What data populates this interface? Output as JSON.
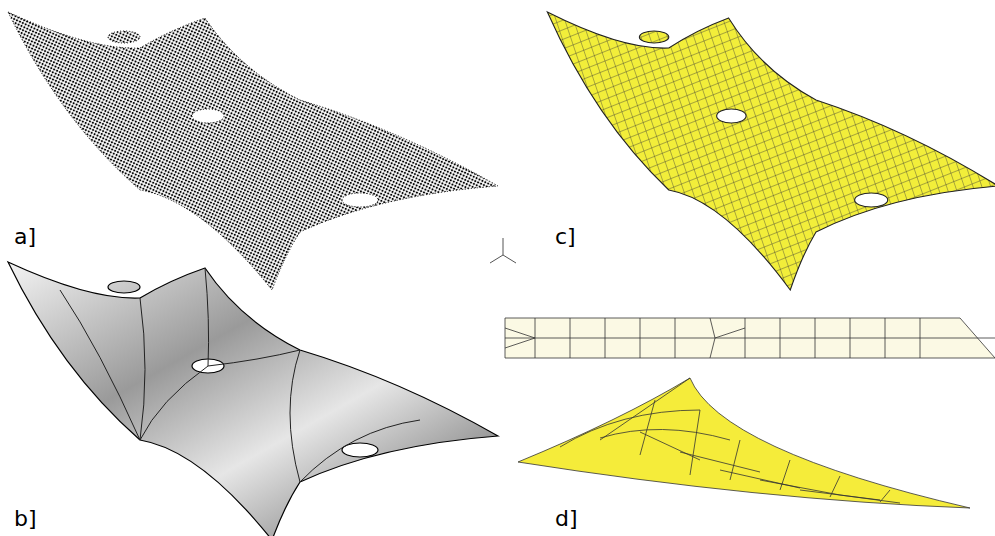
{
  "diagram": {
    "labels": [
      "a]",
      "b]",
      "c]",
      "d]"
    ]
  }
}
